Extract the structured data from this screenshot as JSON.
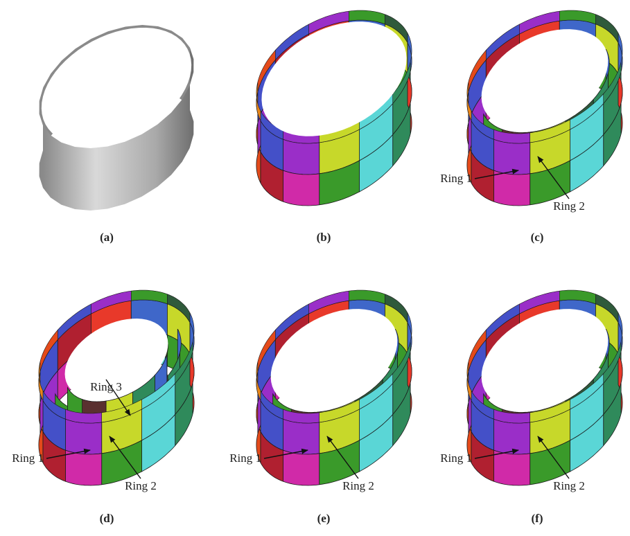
{
  "panels": [
    {
      "id": "a",
      "label": "(a)",
      "style": "plain",
      "rings": 0,
      "annotations": []
    },
    {
      "id": "b",
      "label": "(b)",
      "style": "segmented",
      "rings": 2,
      "annotations": []
    },
    {
      "id": "c",
      "label": "(c)",
      "style": "segmented",
      "rings": 2,
      "annotations": [
        {
          "text": "Ring 1",
          "target": "outer-front"
        },
        {
          "text": "Ring 2",
          "target": "inner-front"
        }
      ]
    },
    {
      "id": "d",
      "label": "(d)",
      "style": "segmented",
      "rings": 3,
      "annotations": [
        {
          "text": "Ring 1",
          "target": "outer-front"
        },
        {
          "text": "Ring 2",
          "target": "inner-front"
        },
        {
          "text": "Ring 3",
          "target": "inner-back"
        }
      ]
    },
    {
      "id": "e",
      "label": "(e)",
      "style": "segmented",
      "rings": 2,
      "annotations": [
        {
          "text": "Ring 1",
          "target": "outer-front"
        },
        {
          "text": "Ring 2",
          "target": "inner-front"
        }
      ]
    },
    {
      "id": "f",
      "label": "(f)",
      "style": "segmented",
      "rings": 2,
      "annotations": [
        {
          "text": "Ring 1",
          "target": "outer-front"
        },
        {
          "text": "Ring 2",
          "target": "inner-front"
        }
      ]
    }
  ],
  "colors": {
    "plain_outer": "#a9a9a9",
    "plain_light": "#d9d9d9",
    "plain_inner": "#8a8a8a",
    "segment_palette": [
      "#e8392a",
      "#2f8a5b",
      "#3f67c9",
      "#5ad6d6",
      "#c7d82a",
      "#3a9a2a",
      "#e8861a",
      "#e44a1a",
      "#4450c8",
      "#9a2ec8",
      "#b02030",
      "#d02aa8"
    ],
    "edge": "#1a1a1a",
    "label_text": "#222222"
  }
}
